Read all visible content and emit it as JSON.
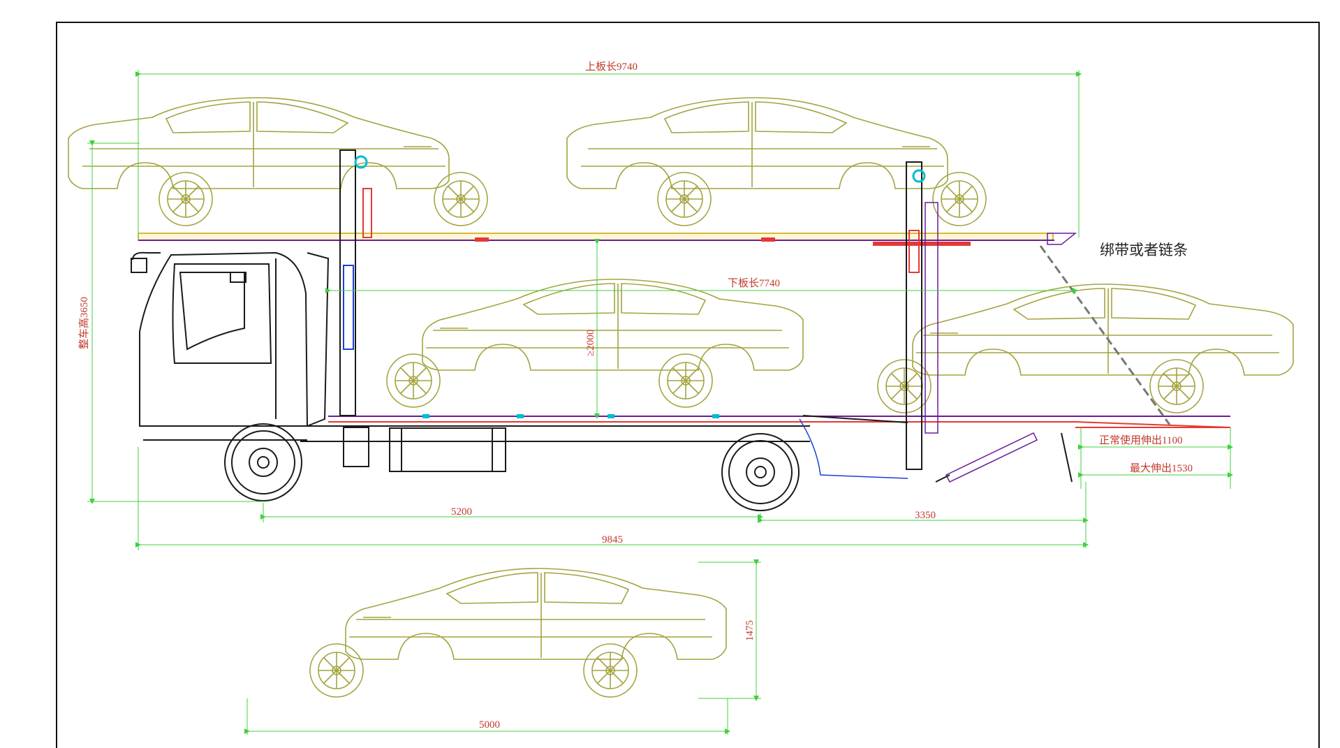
{
  "labels": {
    "upper_deck_length": "上板长9740",
    "lower_deck_length": "下板长7740",
    "strap_note": "绑带或者链条",
    "overall_height": "整车高3650",
    "deck_clearance": "≥2000",
    "normal_extension": "正常使用伸出1100",
    "max_extension": "最大伸出1530",
    "wheelbase": "5200",
    "rear_overhang": "3350",
    "overall_length": "9845",
    "car_height": "1475",
    "car_length": "5000"
  },
  "colors": {
    "dimension": "#3fd13f",
    "dimension_text": "#c0392b",
    "car_outline": "#a4a33f",
    "truck_outline": "#1a1a1a",
    "deck_frame": "#6a1b9a",
    "accent_red": "#e53935",
    "accent_cyan": "#00bcd4",
    "accent_blue": "#1e3fd1"
  }
}
